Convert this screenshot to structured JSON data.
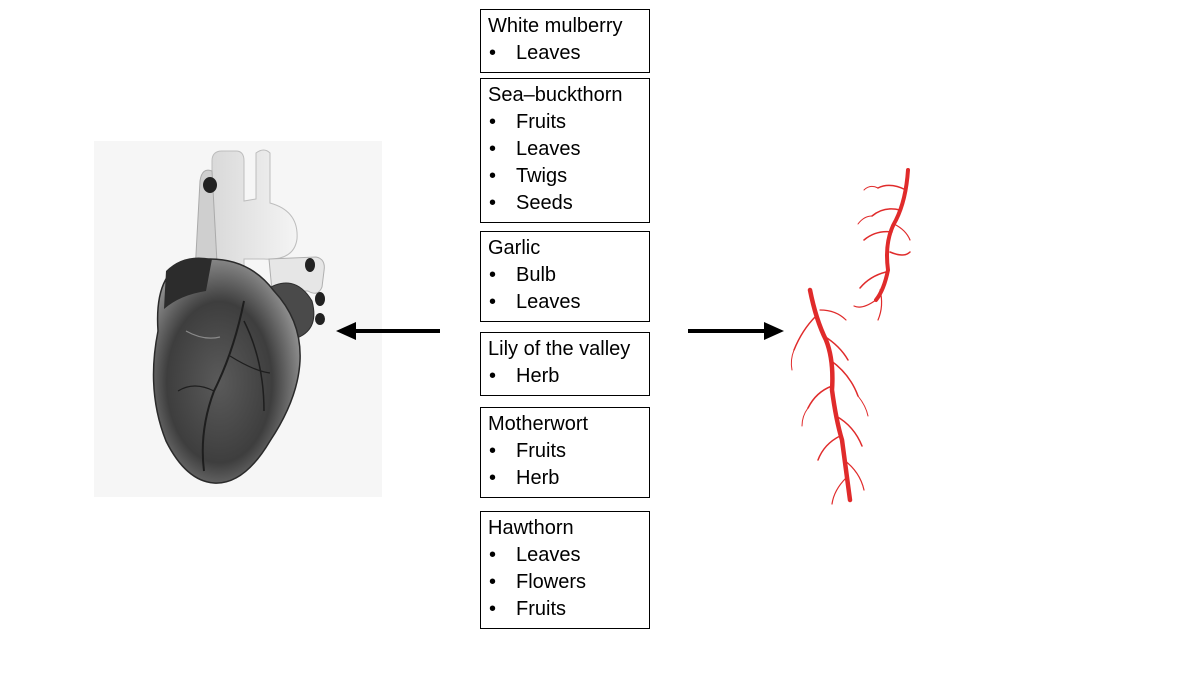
{
  "plants": [
    {
      "name": "White mulberry",
      "parts": [
        "Leaves"
      ]
    },
    {
      "name": "Sea–buckthorn",
      "parts": [
        "Fruits",
        "Leaves",
        "Twigs",
        "Seeds"
      ]
    },
    {
      "name": "Garlic",
      "parts": [
        "Bulb",
        "Leaves"
      ]
    },
    {
      "name": "Lily of the valley",
      "parts": [
        "Herb"
      ]
    },
    {
      "name": "Motherwort",
      "parts": [
        "Fruits",
        "Herb"
      ]
    },
    {
      "name": "Hawthorn",
      "parts": [
        "Leaves",
        "Flowers",
        "Fruits"
      ]
    }
  ],
  "bullet_glyph": "•",
  "icons": {
    "heart": "heart-illustration",
    "vessels": "blood-vessels-illustration",
    "left_arrow": "arrow-left-icon",
    "right_arrow": "arrow-right-icon"
  },
  "colors": {
    "heart": "#6b6b6b",
    "vessels": "#e02b2b",
    "arrows": "#000000",
    "box_border": "#000000"
  }
}
